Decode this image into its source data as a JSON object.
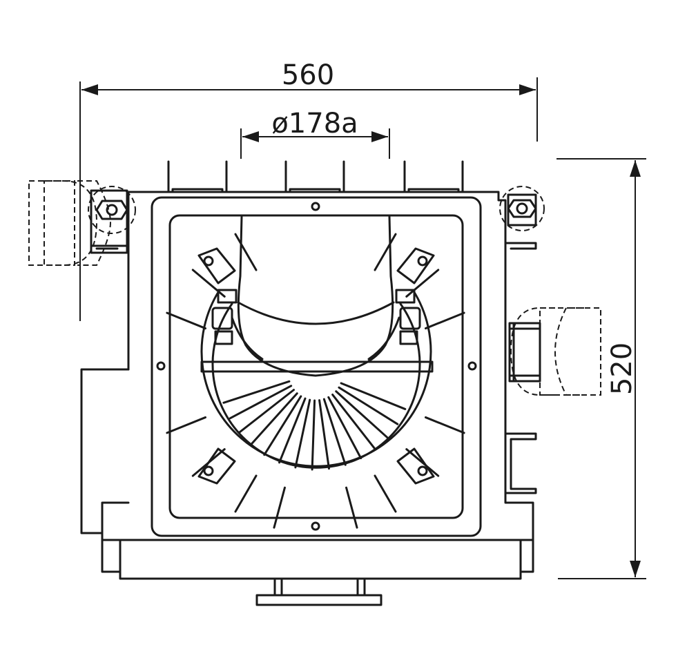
{
  "dimensions": {
    "overall_width": "560",
    "outlet_diameter": "ø178a",
    "overall_height": "520"
  }
}
